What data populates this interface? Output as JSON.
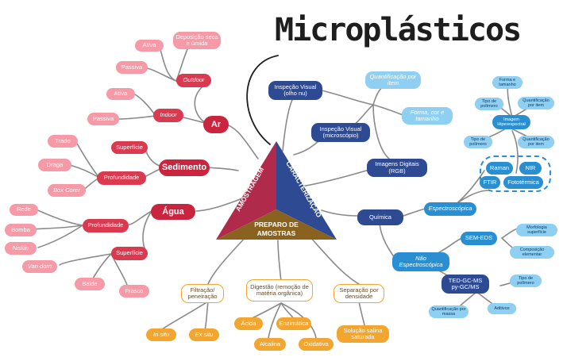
{
  "title": "Microplásticos",
  "triangle": {
    "left": "AMOSTRAGEM",
    "right": "CARACTERIZAÇÃO",
    "bottom_line1": "PREPARO DE",
    "bottom_line2": "AMOSTRAS"
  },
  "ar": {
    "label": "Ar",
    "outdoor": "Outdoor",
    "ativa_out": "Ativa",
    "deposicao": "Deposição seca e úmida",
    "passiva_out": "Passiva",
    "indoor": "Indoor",
    "ativa_in": "Ativa",
    "passiva_in": "Passiva"
  },
  "sedimento": {
    "label": "Sedimento",
    "superficie": "Superfície",
    "profundidade": "Profundidade",
    "trado": "Trado",
    "draga": "Draga",
    "box_corer": "Box Corer"
  },
  "agua": {
    "label": "Água",
    "profundidade": "Profundidade",
    "superficie": "Superfície",
    "rede": "Rede",
    "bomba": "Bomba",
    "niskin": "Niskin",
    "van_dorn": "Van dorn",
    "balde": "Balde",
    "frasco": "Frasco"
  },
  "caracterizacao": {
    "inspecao_olho": "Inspeção Visual (olho nu)",
    "inspecao_micro": "Inspeção Visual (microscópio)",
    "quantificacao": "Quantificação por item",
    "forma": "Forma, cor e tamanho",
    "imagens_digitais": "Imagens Digitais (RGB)",
    "quimica": "Química",
    "espectroscopica": "Espectroscópica",
    "nao_espectroscopica": "Não Espectroscópica",
    "forma_tamanho": "Forma e tamanho",
    "tipo_polimero_1": "Tipo de polímero",
    "quantificacao_item_1": "Quantificação por item",
    "imagem_hiper": "Imagem Hiperespectral",
    "tipo_polimero_2": "Tipo de polímero",
    "quantificacao_item_2": "Quantificação por item",
    "raman": "Raman",
    "nir": "NIR",
    "ftir": "FTIR",
    "fototermica": "Fototérmica",
    "sem_eds": "SEM-EDS",
    "morfologia": "Morfologia superfície",
    "composicao": "Composição elementar",
    "ted_gc_ms": "TED-GC-MS py-GC/MS",
    "tipo_polimero_3": "Tipo de polímero",
    "quantificacao_massa": "Quantificação por massa",
    "aditivos": "Aditivos"
  },
  "preparo": {
    "filtracao": "Filtração/ peneiração",
    "in_situ": "In situ",
    "ex_situ": "Ex situ",
    "digestao": "Digestão (remoção de matéria orgânica)",
    "acida": "Ácida",
    "enzimatica": "Enzimática",
    "alcalina": "Alcalina",
    "oxidativa": "Oxidativa",
    "separacao": "Separação por densidade",
    "solucao": "Solução salina saturada"
  },
  "colors": {
    "amostragem": "#b02a4c",
    "caracterizacao": "#2d4a93",
    "preparo": "#8a6220",
    "pink": "#f59aa6",
    "red": "#d93a50",
    "navy": "#2d4a93",
    "light_blue": "#8ecff2",
    "blue": "#2a8fd1",
    "orange": "#f2a630"
  }
}
